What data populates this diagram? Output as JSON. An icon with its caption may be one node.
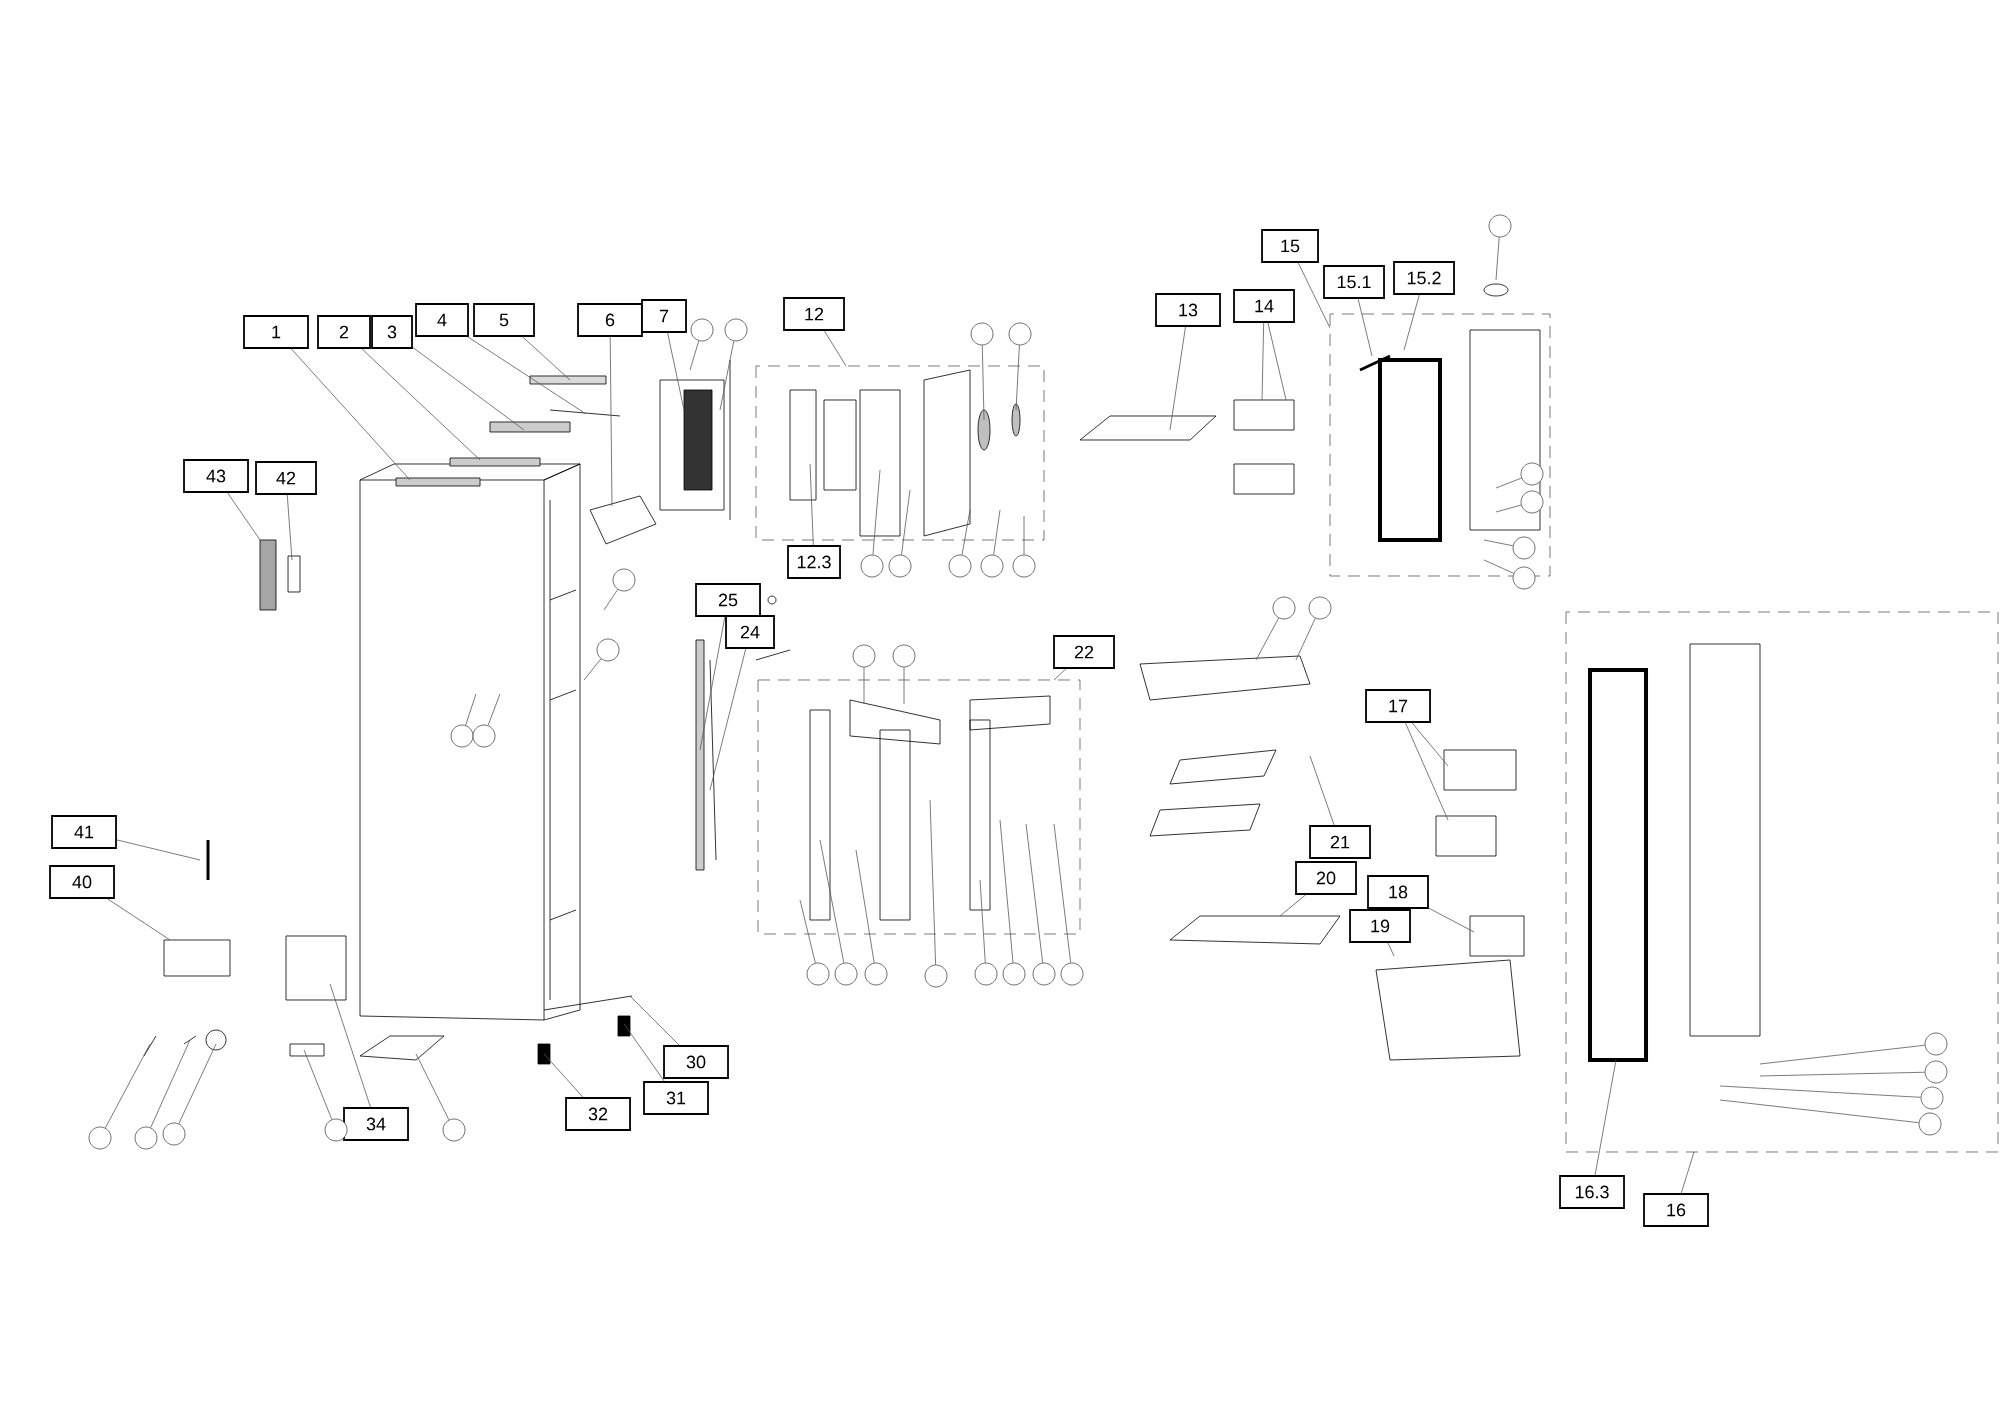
{
  "diagram": {
    "nodes": [
      {
        "text": [
          "1"
        ]
      },
      {
        "text": [
          "2"
        ]
      },
      {
        "text": [
          "3"
        ]
      },
      {
        "text": [
          "4"
        ]
      },
      {
        "text": [
          "5"
        ]
      },
      {
        "text": [
          "6"
        ]
      },
      {
        "text": [
          "7"
        ]
      },
      {
        "text": [
          "12"
        ]
      },
      {
        "text": [
          "12.3"
        ]
      },
      {
        "text": [
          "13"
        ]
      },
      {
        "text": [
          "14"
        ]
      },
      {
        "text": [
          "15"
        ]
      },
      {
        "text": [
          "15.1"
        ]
      },
      {
        "text": [
          "15.2"
        ]
      },
      {
        "text": [
          "43"
        ]
      },
      {
        "text": [
          "42"
        ]
      },
      {
        "text": [
          "25"
        ]
      },
      {
        "text": [
          "24"
        ]
      },
      {
        "text": [
          "22"
        ]
      },
      {
        "text": [
          "17"
        ]
      },
      {
        "text": [
          "21"
        ]
      },
      {
        "text": [
          "20"
        ]
      },
      {
        "text": [
          "18"
        ]
      },
      {
        "text": [
          "19"
        ]
      },
      {
        "text": [
          "41"
        ]
      },
      {
        "text": [
          "40"
        ]
      },
      {
        "text": [
          "34"
        ]
      },
      {
        "text": [
          "32"
        ]
      },
      {
        "text": [
          "31"
        ]
      },
      {
        "text": [
          "30"
        ]
      },
      {
        "text": [
          "16.3"
        ]
      },
      {
        "text": [
          "16"
        ]
      },
      {
        "text": [],
        "shape": "circle"
      },
      {
        "text": [],
        "shape": "circle"
      },
      {
        "text": [],
        "shape": "circle"
      },
      {
        "text": [],
        "shape": "circle"
      },
      {
        "text": [],
        "shape": "circle"
      },
      {
        "text": [],
        "shape": "circle"
      },
      {
        "text": [],
        "shape": "circle"
      },
      {
        "text": [],
        "shape": "circle"
      },
      {
        "text": [],
        "shape": "circle"
      },
      {
        "text": [],
        "shape": "circle"
      },
      {
        "text": [],
        "shape": "circle"
      },
      {
        "text": [],
        "shape": "circle"
      },
      {
        "text": [],
        "shape": "circle"
      },
      {
        "text": [],
        "shape": "circle"
      },
      {
        "text": [],
        "shape": "circle"
      },
      {
        "text": [],
        "shape": "circle"
      },
      {
        "text": [],
        "shape": "circle"
      },
      {
        "text": [],
        "shape": "circle"
      },
      {
        "text": [],
        "shape": "circle"
      },
      {
        "text": [],
        "shape": "circle"
      },
      {
        "text": [],
        "shape": "circle"
      },
      {
        "text": [],
        "shape": "circle"
      },
      {
        "text": [],
        "shape": "circle"
      },
      {
        "text": [],
        "shape": "circle"
      },
      {
        "text": [],
        "shape": "circle"
      },
      {
        "text": [],
        "shape": "circle"
      },
      {
        "text": [],
        "shape": "circle"
      },
      {
        "text": [],
        "shape": "circle"
      },
      {
        "text": [],
        "shape": "circle"
      },
      {
        "text": [],
        "shape": "circle"
      },
      {
        "text": [],
        "shape": "circle"
      },
      {
        "text": [],
        "shape": "circle"
      },
      {
        "text": [],
        "shape": "circle"
      },
      {
        "text": [],
        "shape": "circle"
      },
      {
        "text": [],
        "shape": "circle"
      },
      {
        "text": [],
        "shape": "circle"
      },
      {
        "text": [],
        "shape": "circle"
      },
      {
        "text": [],
        "shape": "circle"
      },
      {
        "text": [],
        "shape": "circle"
      }
    ],
    "edges": [
      {
        "from": 0,
        "to": null,
        "arrow": "none"
      },
      {
        "from": 1,
        "to": null,
        "arrow": "none"
      },
      {
        "from": 2,
        "to": null,
        "arrow": "none"
      },
      {
        "from": 3,
        "to": null,
        "arrow": "none"
      },
      {
        "from": 4,
        "to": null,
        "arrow": "none"
      },
      {
        "from": 5,
        "to": null,
        "arrow": "none"
      },
      {
        "from": 6,
        "to": null,
        "arrow": "none"
      },
      {
        "from": 7,
        "to": null,
        "arrow": "none"
      },
      {
        "from": 8,
        "to": null,
        "arrow": "none"
      },
      {
        "from": 9,
        "to": null,
        "arrow": "none"
      },
      {
        "from": 10,
        "to": null,
        "arrow": "none"
      },
      {
        "from": 10,
        "to": null,
        "arrow": "none"
      },
      {
        "from": 11,
        "to": null,
        "arrow": "none"
      },
      {
        "from": 12,
        "to": null,
        "arrow": "none"
      },
      {
        "from": 13,
        "to": null,
        "arrow": "none"
      },
      {
        "from": 14,
        "to": null,
        "arrow": "none"
      },
      {
        "from": 15,
        "to": null,
        "arrow": "none"
      },
      {
        "from": 16,
        "to": null,
        "arrow": "none"
      },
      {
        "from": 17,
        "to": null,
        "arrow": "none"
      },
      {
        "from": 18,
        "to": null,
        "arrow": "none"
      },
      {
        "from": 19,
        "to": null,
        "arrow": "none"
      },
      {
        "from": 19,
        "to": null,
        "arrow": "none"
      },
      {
        "from": 20,
        "to": null,
        "arrow": "none"
      },
      {
        "from": 21,
        "to": null,
        "arrow": "none"
      },
      {
        "from": 22,
        "to": null,
        "arrow": "none"
      },
      {
        "from": 23,
        "to": null,
        "arrow": "none"
      },
      {
        "from": 24,
        "to": null,
        "arrow": "none"
      },
      {
        "from": 25,
        "to": null,
        "arrow": "none"
      },
      {
        "from": 26,
        "to": null,
        "arrow": "none"
      },
      {
        "from": 27,
        "to": null,
        "arrow": "none"
      },
      {
        "from": 28,
        "to": null,
        "arrow": "none"
      },
      {
        "from": 29,
        "to": null,
        "arrow": "none"
      },
      {
        "from": 30,
        "to": null,
        "arrow": "none"
      },
      {
        "from": 31,
        "to": null,
        "arrow": "none"
      },
      {
        "from": 32,
        "to": null,
        "arrow": "none"
      },
      {
        "from": 33,
        "to": null,
        "arrow": "none"
      },
      {
        "from": 34,
        "to": null,
        "arrow": "none"
      },
      {
        "from": 35,
        "to": null,
        "arrow": "none"
      },
      {
        "from": 36,
        "to": null,
        "arrow": "none"
      },
      {
        "from": 37,
        "to": null,
        "arrow": "none"
      },
      {
        "from": 38,
        "to": null,
        "arrow": "none"
      },
      {
        "from": 39,
        "to": null,
        "arrow": "none"
      },
      {
        "from": 40,
        "to": null,
        "arrow": "none"
      },
      {
        "from": 41,
        "to": null,
        "arrow": "none"
      },
      {
        "from": 42,
        "to": null,
        "arrow": "none"
      },
      {
        "from": 43,
        "to": null,
        "arrow": "none"
      },
      {
        "from": 44,
        "to": null,
        "arrow": "none"
      },
      {
        "from": 45,
        "to": null,
        "arrow": "none"
      },
      {
        "from": 46,
        "to": null,
        "arrow": "none"
      },
      {
        "from": 47,
        "to": null,
        "arrow": "none"
      },
      {
        "from": 48,
        "to": null,
        "arrow": "none"
      },
      {
        "from": 49,
        "to": null,
        "arrow": "none"
      },
      {
        "from": 50,
        "to": null,
        "arrow": "none"
      },
      {
        "from": 51,
        "to": null,
        "arrow": "none"
      },
      {
        "from": 52,
        "to": null,
        "arrow": "none"
      },
      {
        "from": 53,
        "to": null,
        "arrow": "none"
      },
      {
        "from": 54,
        "to": null,
        "arrow": "none"
      },
      {
        "from": 55,
        "to": null,
        "arrow": "none"
      },
      {
        "from": 56,
        "to": null,
        "arrow": "none"
      },
      {
        "from": 57,
        "to": null,
        "arrow": "none"
      },
      {
        "from": 58,
        "to": null,
        "arrow": "none"
      },
      {
        "from": 59,
        "to": null,
        "arrow": "none"
      },
      {
        "from": 60,
        "to": null,
        "arrow": "none"
      },
      {
        "from": 61,
        "to": null,
        "arrow": "none"
      },
      {
        "from": 62,
        "to": null,
        "arrow": "none"
      },
      {
        "from": 63,
        "to": null,
        "arrow": "none"
      },
      {
        "from": 64,
        "to": null,
        "arrow": "none"
      },
      {
        "from": 65,
        "to": null,
        "arrow": "none"
      },
      {
        "from": 66,
        "to": null,
        "arrow": "none"
      },
      {
        "from": 67,
        "to": null,
        "arrow": "none"
      },
      {
        "from": 68,
        "to": null,
        "arrow": "none"
      },
      {
        "from": 69,
        "to": null,
        "arrow": "none"
      },
      {
        "from": 70,
        "to": null,
        "arrow": "none"
      }
    ]
  }
}
